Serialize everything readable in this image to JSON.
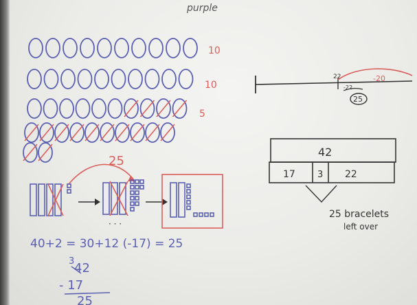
{
  "board": {
    "top_label": "purple",
    "row_counts": [
      "10",
      "10",
      "5"
    ],
    "ring_total": "25",
    "subtracted": "-20",
    "number_line": {
      "tick_near": "22",
      "tick_far": "-22",
      "circled": "25"
    },
    "tape": {
      "whole": "42",
      "parts": [
        "17",
        "3",
        "22"
      ],
      "caption_1": "25 bracelets",
      "caption_2": "left over"
    },
    "equation": "40+2 = 30+12 (-17) = 25",
    "algorithm": {
      "borrow": "3",
      "top": "42",
      "minus": "- 17",
      "result": "25"
    }
  },
  "colors": {
    "blue_marker": "#5a5fb0",
    "red_marker": "#d9605a",
    "black_marker": "#333333",
    "board": "#efefec"
  }
}
